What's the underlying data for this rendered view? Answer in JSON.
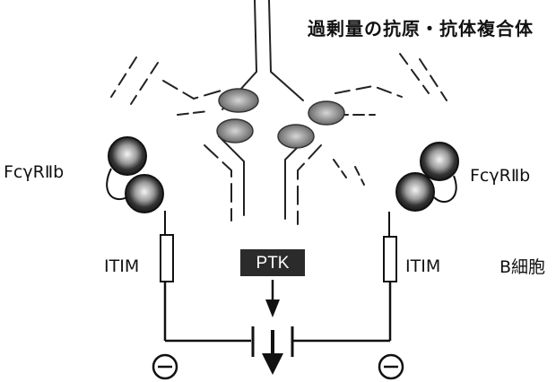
{
  "title": "過剰量の抗原・抗体複合体",
  "receptor_left_label": "FcγRⅡb",
  "receptor_right_label": "FcγRⅡb",
  "itim_left_label": "ITIM",
  "itim_right_label": "ITIM",
  "kinase_label": "PTK",
  "cell_label": "B細胞",
  "icons": {
    "inhibit": "minus-circle-icon",
    "signal": "down-arrow-icon",
    "block": "t-bar-inhibition-icon"
  },
  "colors": {
    "ink": "#111111",
    "domain_fill": "#333333",
    "antigen_fill": "#888888",
    "ptk_bg": "#2b2b2b"
  }
}
